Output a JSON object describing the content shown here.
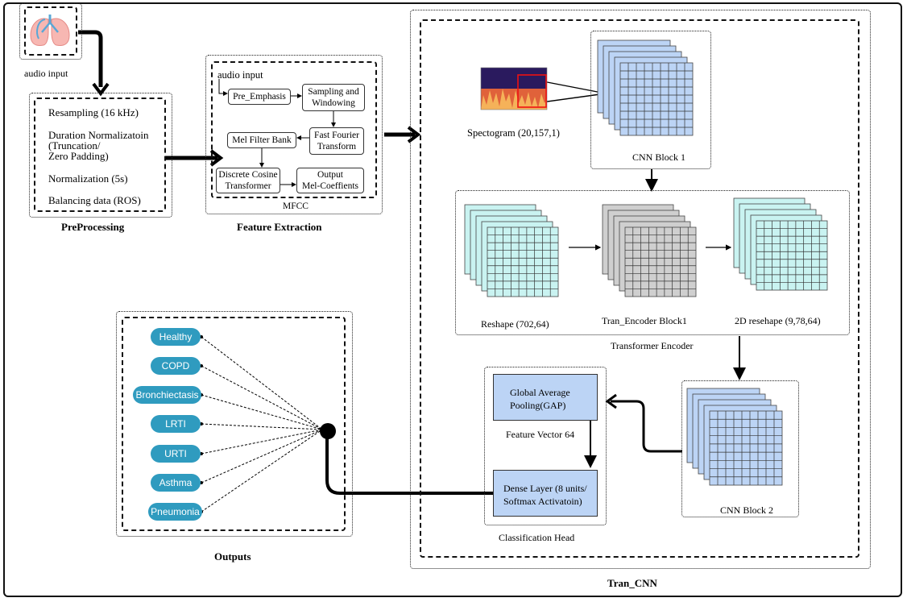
{
  "audio_input_label": "audio input",
  "preprocessing": {
    "title": "PreProcessing",
    "steps": [
      "Resampling (16 kHz)",
      "Duration Normalizatoin",
      "(Truncation/",
      "Zero Padding)",
      "Normalization (5s)",
      "Balancing data (ROS)"
    ]
  },
  "feature_extraction": {
    "title": "Feature Extraction",
    "sublabel": "MFCC",
    "audio_input": "audio input",
    "pre_emphasis": "Pre_Emphasis",
    "sampling_1": "Sampling and",
    "sampling_2": "Windowing",
    "fft_1": "Fast Fourier",
    "fft_2": "Transform",
    "mel": "Mel Filter Bank",
    "dct_1": "Discrete Cosine",
    "dct_2": "Transformer",
    "out_1": "Output",
    "out_2": "Mel-Coeffients"
  },
  "tran_cnn": {
    "title": "Tran_CNN",
    "spectrogram_label": "Spectogram (20,157,1)",
    "cnn_block1": "CNN Block 1",
    "reshape": "Reshape (702,64)",
    "encoder_block": "Tran_Encoder Block1",
    "reshape_2d": "2D resehape  (9,78,64)",
    "transformer_encoder": "Transformer Encoder",
    "cnn_block2": "CNN Block 2",
    "gap_1": "Global  Average",
    "gap_2": "Pooling(GAP)",
    "feature_vector": "Feature Vector 64",
    "dense_1": "Dense Layer (8 units/",
    "dense_2": "Softmax Activatoin)",
    "classification_head": "Classification Head"
  },
  "outputs": {
    "title": "Outputs",
    "classes": [
      "Healthy",
      "COPD",
      "Bronchiectasis",
      "LRTI",
      "URTI",
      "Asthma",
      "Pneumonia"
    ]
  },
  "colors": {
    "pill": "#2f9bbf",
    "cnn_blue": "#bcd4f5",
    "cyan": "#c9f3f1",
    "gray": "#cfcfcf"
  }
}
